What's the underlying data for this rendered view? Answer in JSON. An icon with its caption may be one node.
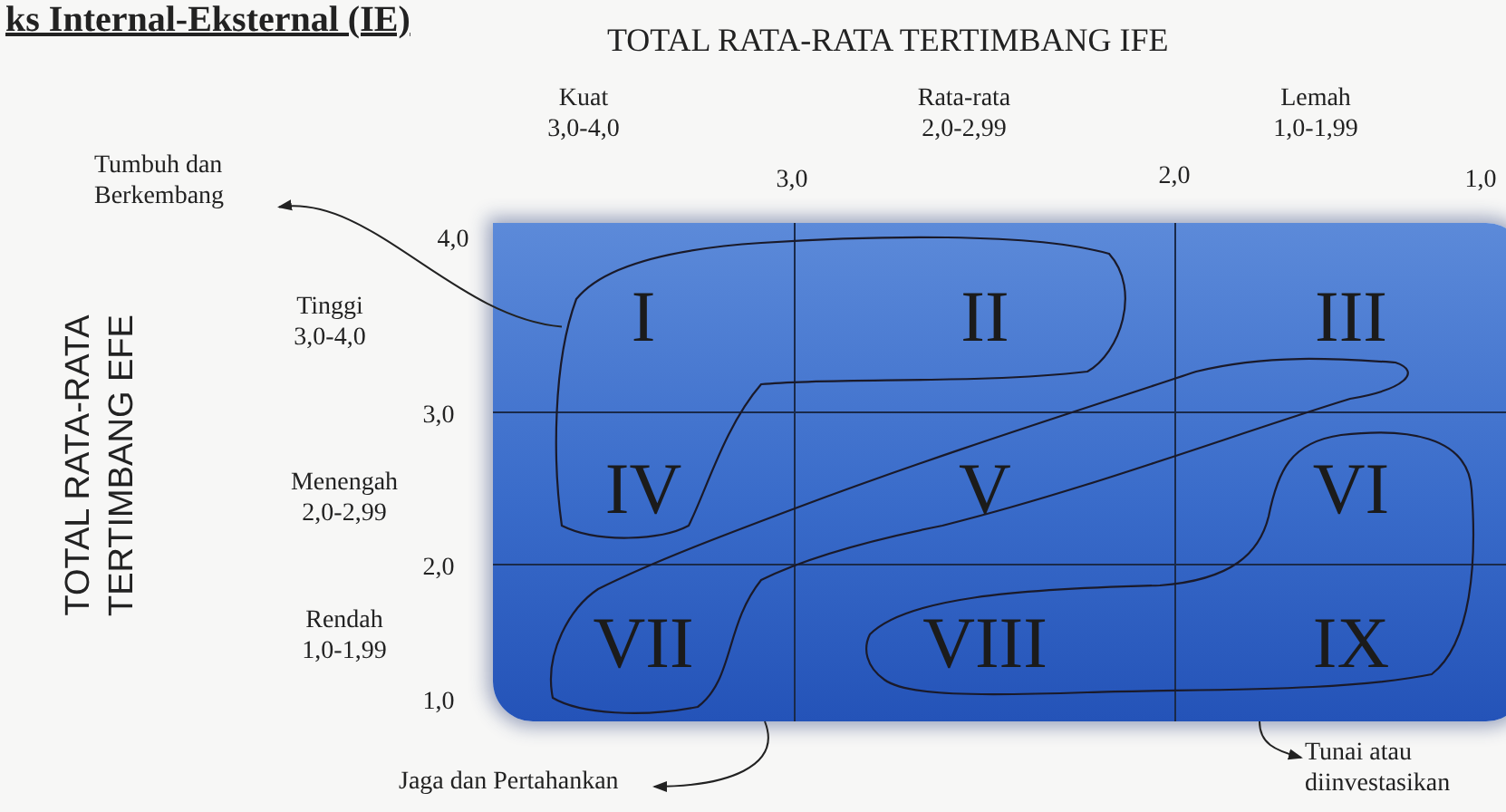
{
  "diagram": {
    "title": "ks Internal-Eksternal (IE)",
    "nodes": [
      {
        "text": [],
        "shape": "box"
      },
      {
        "text": [
          "I"
        ],
        "in": 0
      },
      {
        "text": [
          "II"
        ],
        "in": 0
      },
      {
        "text": [
          "III"
        ],
        "in": 0
      },
      {
        "text": [
          "IV"
        ],
        "in": 0
      },
      {
        "text": [
          "V"
        ],
        "in": 0
      },
      {
        "text": [
          "VI"
        ],
        "in": 0
      },
      {
        "text": [
          "VII"
        ],
        "in": 0
      },
      {
        "text": [
          "VIII"
        ],
        "in": 0
      },
      {
        "text": [
          "IX"
        ],
        "in": 0
      },
      {
        "text": [
          "Tumbuh dan Berkembang"
        ]
      },
      {
        "text": [
          "Jaga dan Pertahankan"
        ]
      },
      {
        "text": [
          "Tunai atau diinvestasikan"
        ]
      }
    ],
    "edges": [
      {
        "from": 1,
        "to": 10,
        "arrow": "to"
      },
      {
        "from": 7,
        "to": 11,
        "arrow": "to"
      },
      {
        "from": 9,
        "to": 12,
        "arrow": "to"
      }
    ],
    "labels": [
      "TOTAL RATA-RATA TERTIMBANG IFE",
      "Kuat",
      "3,0-4,0",
      "Rata-rata",
      "2,0-2,99",
      "Lemah",
      "1,0-1,99",
      "3,0",
      "2,0",
      "1,0",
      "4,0",
      "TOTAL RATA-RATA TERTIMBANG EFE",
      "Tinggi",
      "3,0-4,0",
      "3,0",
      "Menengah",
      "2,0-2,99",
      "2,0",
      "Rendah",
      "1,0-1,99",
      "1,0"
    ]
  }
}
